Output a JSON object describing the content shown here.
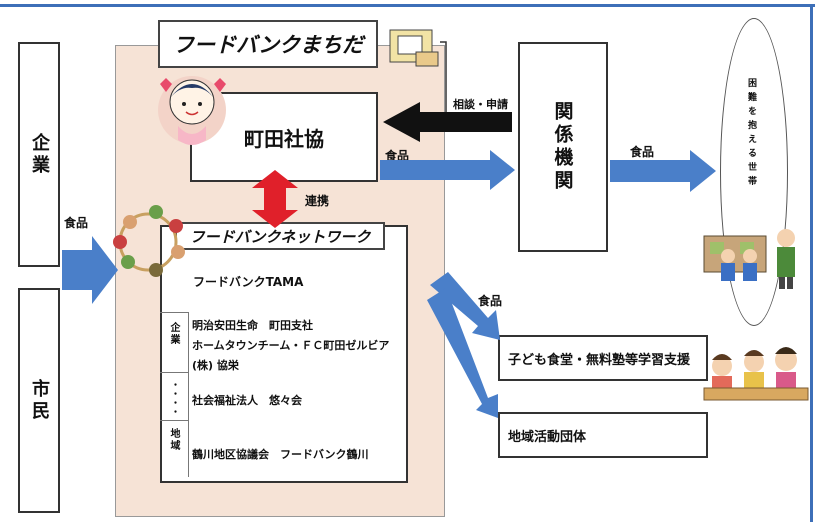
{
  "left": {
    "kigyo": "企業",
    "shimin": "市民",
    "food_label": "食品"
  },
  "center": {
    "title": "フードバンクまちだ",
    "shakyo": "町田社協",
    "renkei": "連携",
    "network_title": "フードバンクネットワーク",
    "tama": "フードバンクTAMA",
    "companies": [
      "明治安田生命　町田支社",
      "ホームタウンチーム・ＦＣ町田ゼルビア",
      "(株) 協栄"
    ],
    "kigyo_side": "企業",
    "side_dots": "・・・・",
    "shafuku": "社会福祉法人　悠々会",
    "chiiki_side": "地域",
    "tsurukawa": "鶴川地区協議会　フードバンク鶴川"
  },
  "flows": {
    "sodan": "相談・申請",
    "food_to_kikan": "食品",
    "food_to_people": "食品",
    "food_down": "食品"
  },
  "right": {
    "kikan": "関係機関",
    "people": "困難を抱える世帯"
  },
  "targets": {
    "kodomo": "子ども食堂・無料塾等学習支援",
    "chiiki": "地域活動団体"
  },
  "colors": {
    "blue_arrow": "#4a7fc9",
    "black_arrow": "#111111",
    "red_arrow": "#e0202a",
    "panel": "#f6e3d6"
  }
}
